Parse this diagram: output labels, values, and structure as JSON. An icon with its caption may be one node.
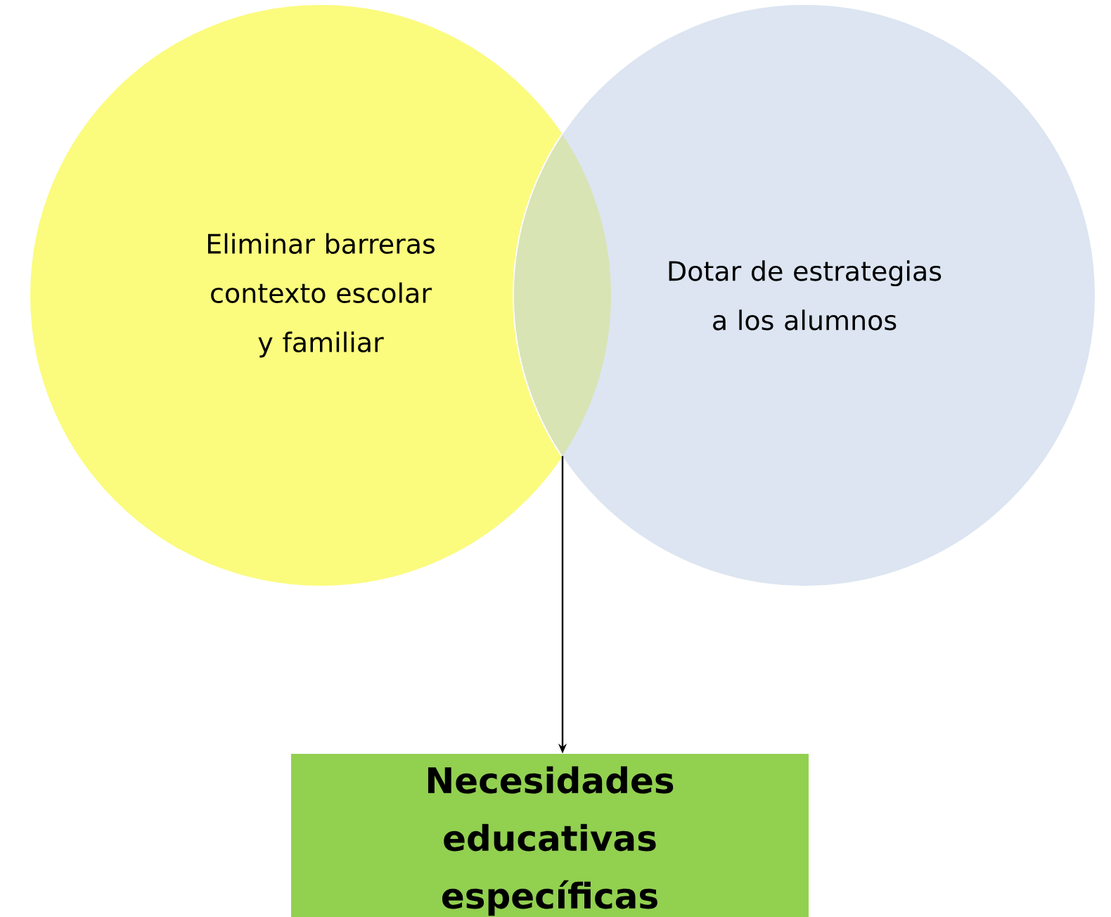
{
  "diagram": {
    "nodes": [
      {
        "text": [
          "Eliminar barreras contexto escolar y familiar"
        ]
      },
      {
        "text": [
          "Dotar de estrategias a los alumnos"
        ]
      },
      {
        "text": [],
        "shape": "lens"
      },
      {
        "text": [
          "Necesidades educativas específicas"
        ]
      }
    ],
    "edges": [
      {
        "from": 2,
        "to": 3,
        "arrow": "to"
      }
    ]
  }
}
